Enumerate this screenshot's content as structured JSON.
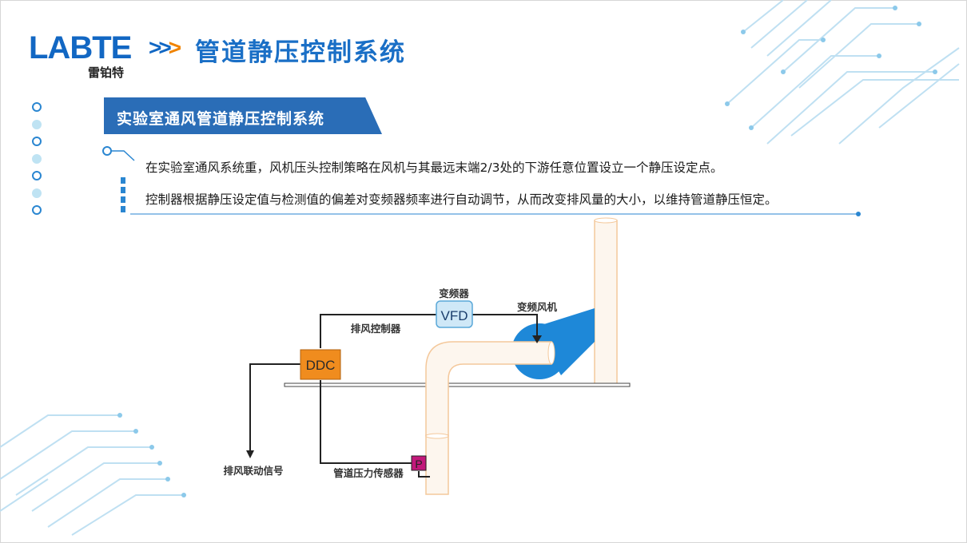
{
  "header": {
    "logo_text": "LABTE",
    "logo_sub": "雷铂特",
    "title": "管道静压控制系统"
  },
  "section": {
    "banner_title": "实验室通风管道静压控制系统"
  },
  "description": [
    "在实验室通风系统重，风机压头控制策略在风机与其最远末端2/3处的下游任意位置设立一个静压设定点。",
    "控制器根据静压设定值与检测值的偏差对变频器频率进行自动调节，从而改变排风量的大小，以维持管道静压恒定。"
  ],
  "diagram": {
    "vfd_label": "VFD",
    "vfd_caption": "变频器",
    "fan_caption": "变频风机",
    "controller_caption": "排风控制器",
    "ddc_label": "DDC",
    "signal_caption": "排风联动信号",
    "sensor_label": "P",
    "sensor_caption": "管道压力传感器"
  },
  "colors": {
    "brand_blue": "#1267c3",
    "banner_blue": "#2a6db7",
    "accent_orange": "#f08300",
    "ddc_orange": "#f08c1e",
    "vfd_fill": "#cfe8f7",
    "fan_blue": "#1e88d8",
    "duct_fill": "#fdf6ee",
    "duct_stroke": "#f4c89b",
    "sensor_magenta": "#c2187a"
  }
}
